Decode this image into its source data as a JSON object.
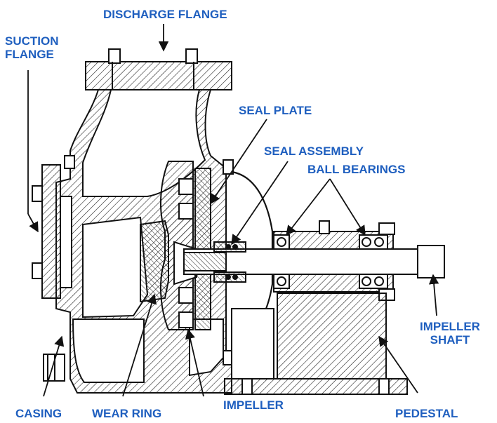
{
  "colors": {
    "label": "#1f5fbf",
    "line": "#111111",
    "hatch": "#222222",
    "background": "#ffffff"
  },
  "labels": {
    "discharge_flange": "DISCHARGE FLANGE",
    "suction_flange": [
      "SUCTION",
      "FLANGE"
    ],
    "seal_plate": "SEAL PLATE",
    "seal_assembly": "SEAL ASSEMBLY",
    "ball_bearings": "BALL BEARINGS",
    "impeller_shaft": [
      "IMPELLER",
      "SHAFT"
    ],
    "casing": "CASING",
    "wear_ring": "WEAR RING",
    "impeller": "IMPELLER",
    "pedestal": "PEDESTAL"
  }
}
